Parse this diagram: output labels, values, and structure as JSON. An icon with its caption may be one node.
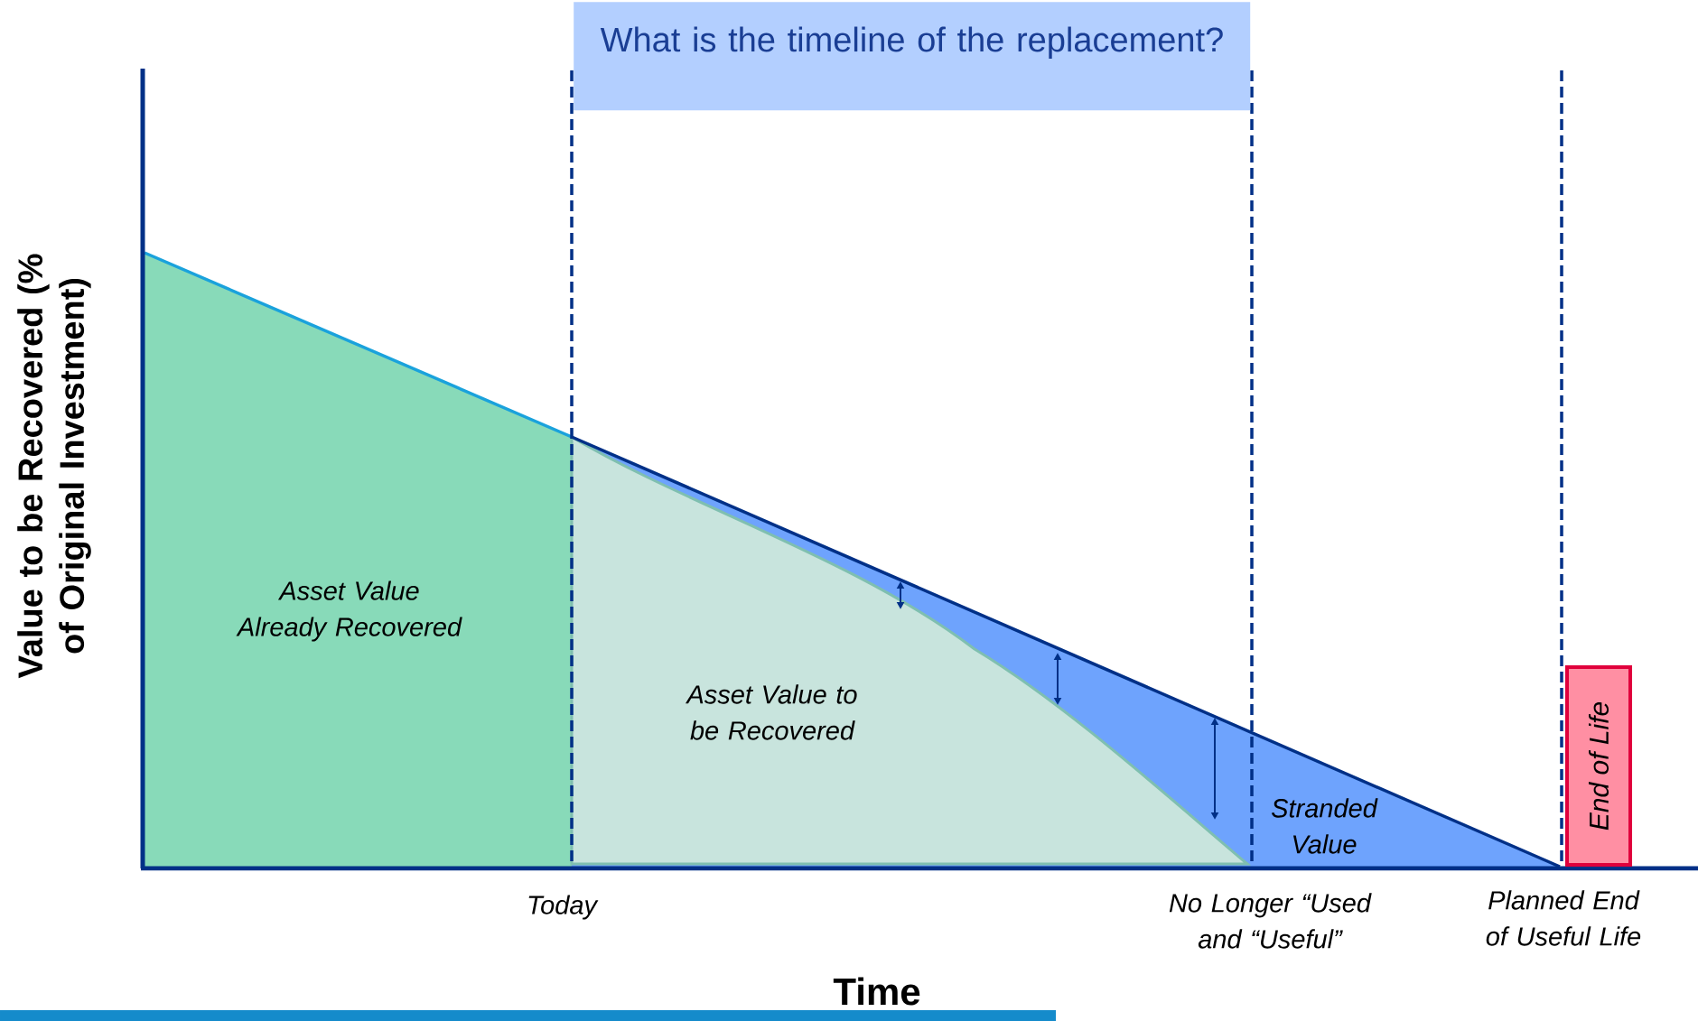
{
  "diagram": {
    "nodes": [
      {
        "text": [
          "What is the timeline of the replacement?"
        ]
      },
      {
        "text": [
          "End of Life"
        ]
      }
    ],
    "edges": [],
    "labels": [
      "Value to be Recovered (% of Original Investment)",
      "Asset Value Already Recovered",
      "Asset Value to be Recovered",
      "Stranded Value",
      "Today",
      "No Longer “Used and “Useful”",
      "Planned End of Useful Life",
      "Time"
    ]
  }
}
